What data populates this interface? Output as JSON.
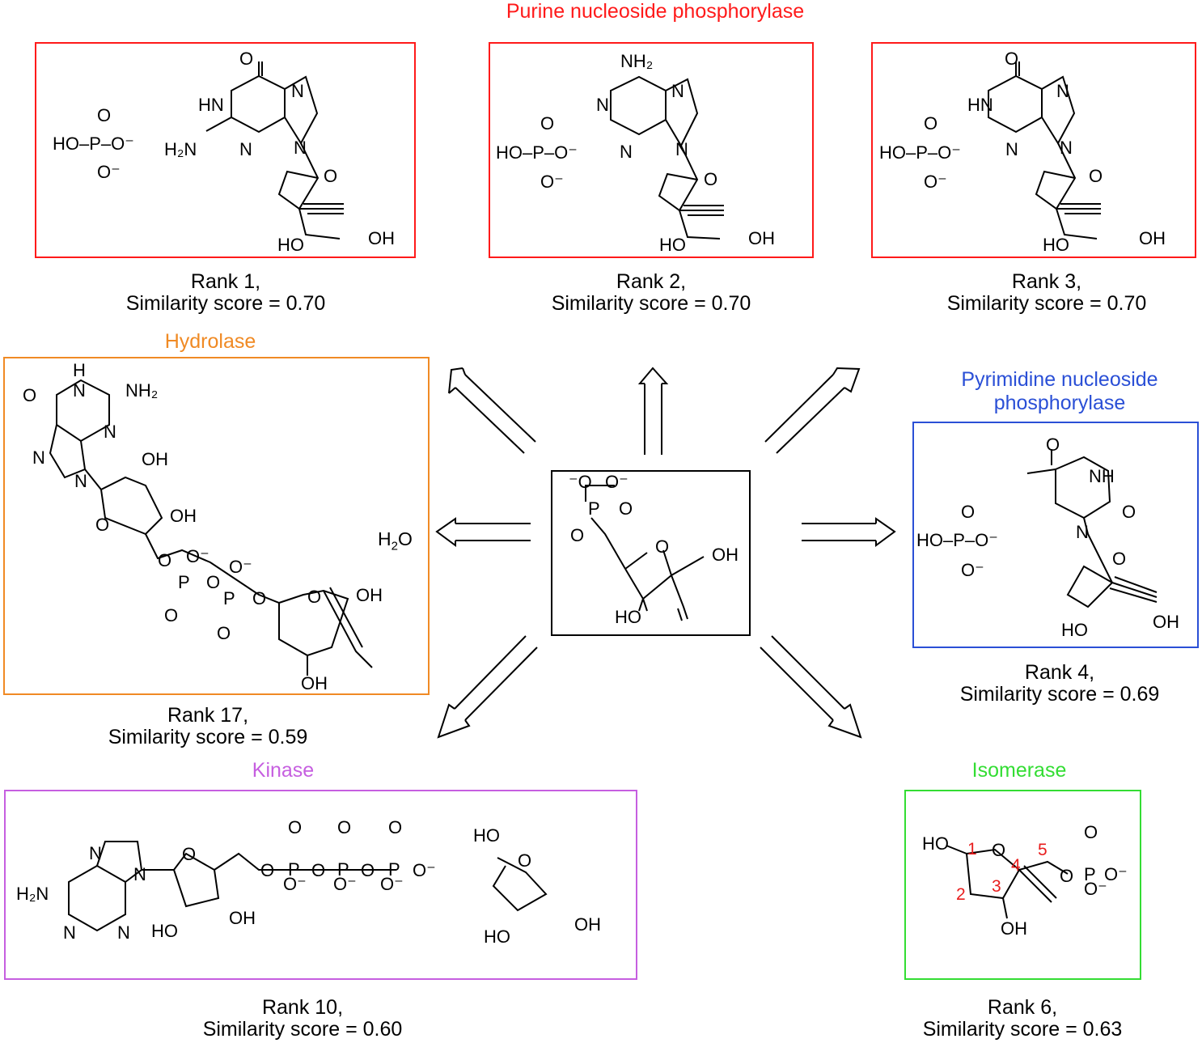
{
  "colors": {
    "purine": "#ff1a1a",
    "hydrolase": "#f08a24",
    "pyrimidine": "#2a4fd6",
    "kinase": "#c65fe0",
    "isomerase": "#33dd33",
    "ink": "#000000",
    "atom_number": "#e81c1c"
  },
  "enzymes": {
    "purine": "Purine nucleoside phosphorylase",
    "hydrolase": "Hydrolase",
    "pyrimidine_line1": "Pyrimidine nucleoside",
    "pyrimidine_line2": "phosphorylase",
    "kinase": "Kinase",
    "isomerase": "Isomerase"
  },
  "results": {
    "r1": {
      "rank": "Rank 1,",
      "score": "Similarity score = 0.70"
    },
    "r2": {
      "rank": "Rank 2,",
      "score": "Similarity score = 0.70"
    },
    "r3": {
      "rank": "Rank 3,",
      "score": "Similarity score = 0.70"
    },
    "r4": {
      "rank": "Rank 4,",
      "score": "Similarity score = 0.69"
    },
    "r17": {
      "rank": "Rank 17,",
      "score": "Similarity score = 0.59"
    },
    "r10": {
      "rank": "Rank 10,",
      "score": "Similarity score = 0.60"
    },
    "r6": {
      "rank": "Rank 6,",
      "score": "Similarity score = 0.63"
    }
  },
  "labels": {
    "water": "H2O",
    "isomerase_atom_numbers": [
      "1",
      "2",
      "3",
      "4",
      "5"
    ]
  }
}
